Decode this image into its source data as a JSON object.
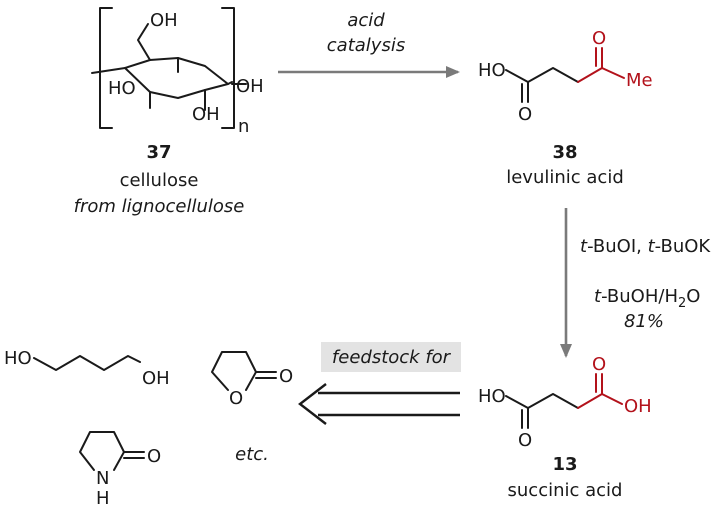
{
  "compounds": {
    "cellulose": {
      "number": "37",
      "name": "cellulose",
      "source": "from lignocellulose",
      "repeat_subscript": "n",
      "atoms": {
        "oh_top": "OH",
        "oh_right": "OH",
        "ho_left": "HO",
        "oh_bottom": "OH"
      }
    },
    "levulinic": {
      "number": "38",
      "name": "levulinic acid",
      "atoms": {
        "ho": "HO",
        "o_bottom": "O",
        "o_top": "O",
        "me": "Me"
      }
    },
    "succinic": {
      "number": "13",
      "name": "succinic acid",
      "atoms": {
        "ho": "HO",
        "o_bottom": "O",
        "o_top": "O",
        "oh": "OH"
      }
    },
    "butanediol": {
      "atoms": {
        "ho": "HO",
        "oh": "OH"
      }
    },
    "gbl": {
      "atoms": {
        "o_ring": "O",
        "o_carbonyl": "O"
      }
    },
    "pyrrolidone": {
      "atoms": {
        "n": "N",
        "h": "H",
        "o_carbonyl": "O"
      }
    }
  },
  "reactions": {
    "step1": {
      "line1": "acid",
      "line2": "catalysis"
    },
    "step2": {
      "reagent_prefix1": "t",
      "reagent_mid1": "-BuOI, ",
      "reagent_prefix2": "t",
      "reagent_mid2": "-BuOK",
      "solvent_prefix": "t",
      "solvent_mid": "-BuOH/H",
      "solvent_sub": "2",
      "solvent_end": "O",
      "yield": "81%"
    },
    "step3": {
      "label": "feedstock for",
      "etc": "etc."
    }
  },
  "colors": {
    "highlight": "#b3121b",
    "arrow": "#7a7a7a",
    "label_bg": "#e3e3e3"
  }
}
